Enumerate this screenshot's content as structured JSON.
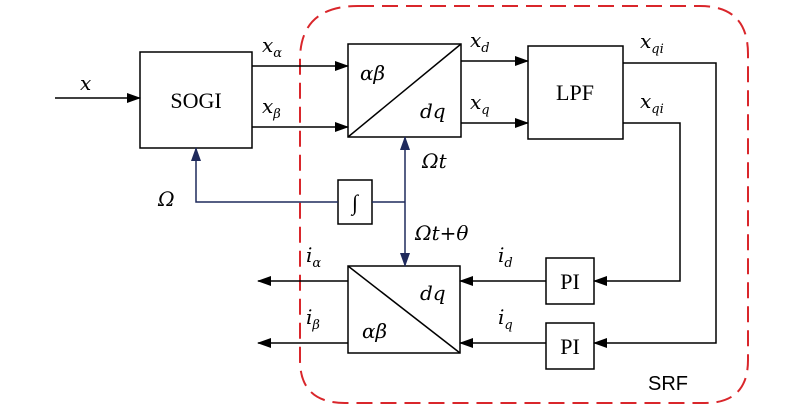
{
  "blocks": {
    "sogi": "SOGI",
    "lpf": "LPF",
    "pi_top": "PI",
    "pi_bottom": "PI",
    "integrator": "∫",
    "park": {
      "in_top": "αβ",
      "out_bottom": "dq"
    },
    "inv_park": {
      "in_top": "dq",
      "out_bottom": "αβ"
    }
  },
  "signals": {
    "x": "x",
    "x_alpha": {
      "base": "x",
      "sub": "α"
    },
    "x_beta": {
      "base": "x",
      "sub": "β"
    },
    "x_d": {
      "base": "x",
      "sub": "d"
    },
    "x_q": {
      "base": "x",
      "sub": "q"
    },
    "x_qi_top": {
      "base": "x",
      "sub": "qi"
    },
    "x_qi_bottom": {
      "base": "x",
      "sub": "qi"
    },
    "omega": "Ω",
    "omega_t": "Ωt",
    "omega_t_theta": "Ωt+θ",
    "i_d": {
      "base": "i",
      "sub": "d"
    },
    "i_q": {
      "base": "i",
      "sub": "q"
    },
    "i_alpha": {
      "base": "i",
      "sub": "α"
    },
    "i_beta": {
      "base": "i",
      "sub": "β"
    }
  },
  "region_label": "SRF",
  "colors": {
    "line": "#000000",
    "navy": "#1f2a5c",
    "dashed": "#d9262b"
  }
}
